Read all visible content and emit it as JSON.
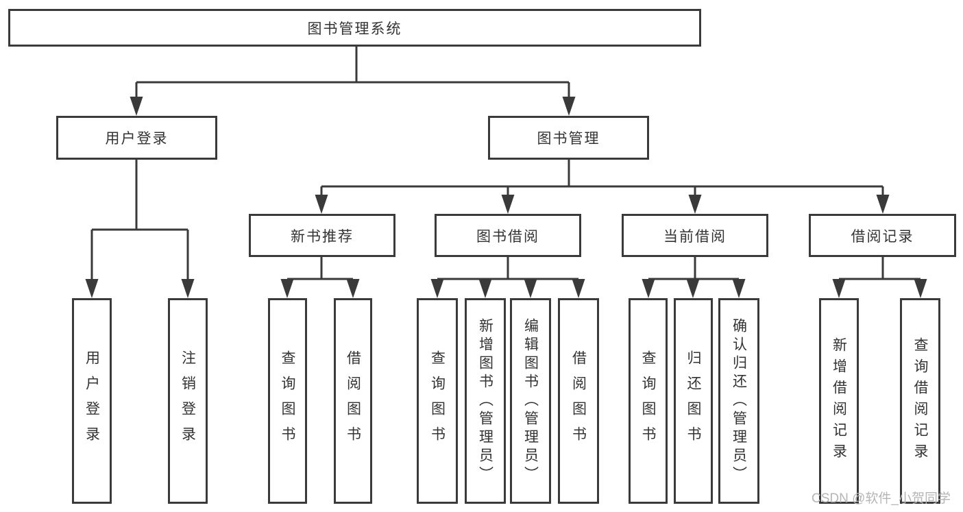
{
  "tree": {
    "root": {
      "label": "图书管理系统",
      "children": [
        {
          "label": "用户登录",
          "children": [
            {
              "label": "用户登录"
            },
            {
              "label": "注销登录"
            }
          ]
        },
        {
          "label": "图书管理",
          "children": [
            {
              "label": "新书推荐",
              "children": [
                {
                  "label": "查询图书"
                },
                {
                  "label": "借阅图书"
                }
              ]
            },
            {
              "label": "图书借阅",
              "children": [
                {
                  "label": "查询图书"
                },
                {
                  "label": "新增图书（管理员）"
                },
                {
                  "label": "编辑图书（管理员）"
                },
                {
                  "label": "借阅图书"
                }
              ]
            },
            {
              "label": "当前借阅",
              "children": [
                {
                  "label": "查询图书"
                },
                {
                  "label": "归还图书"
                },
                {
                  "label": "确认归还（管理员）"
                }
              ]
            },
            {
              "label": "借阅记录",
              "children": [
                {
                  "label": "新增借阅记录"
                },
                {
                  "label": "查询借阅记录"
                }
              ]
            }
          ]
        }
      ]
    }
  },
  "style": {
    "line_color": "#3a3a3a",
    "text_color": "#333333",
    "watermark_color": "#b5b5b5"
  },
  "watermark": {
    "text": "CSDN @软件_小贺同学"
  }
}
